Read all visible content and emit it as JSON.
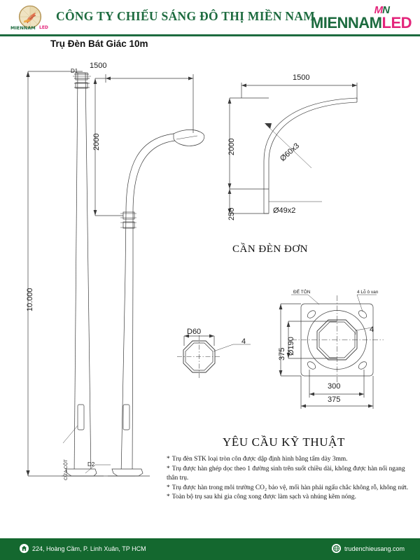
{
  "header": {
    "company_name": "CÔNG TY CHIẾU SÁNG ĐÔ THỊ MIỀN NAM",
    "brand_mn_left": "M",
    "brand_mn_right": "N",
    "brand_green": "MIENNAM",
    "brand_pink": "LED",
    "logo_icon": "company-emblem-icon",
    "accent_green": "#1d6b3f",
    "accent_pink": "#e3257b"
  },
  "doc": {
    "title": "Trụ Đèn Bát Giác 10m"
  },
  "pole_elevation": {
    "height_label": "10.000",
    "top_diameter_label": "D1",
    "base_diameter_label": "D2",
    "door_label": "CỬA CỘT",
    "arm_reach_label": "1500",
    "arm_rise_label": "2000"
  },
  "arm_detail": {
    "caption": "CẦN ĐÈN ĐƠN",
    "reach_label": "1500",
    "rise_label": "2000",
    "stub_label": "250",
    "tube_upper_label": "Ø60x3",
    "tube_lower_label": "Ø49x2"
  },
  "section_detail": {
    "across_flats_label": "D60",
    "thickness_label": "4"
  },
  "baseplate_detail": {
    "plate_label": "ĐẾ TÔN",
    "holes_label": "4 Lỗ ô van",
    "bolt_circle_label": "Ø190",
    "thickness_label": "4",
    "bolt_spacing_label": "300",
    "plate_width_label": "375",
    "plate_height_label": "375"
  },
  "specifications": {
    "title": "YÊU CẦU KỸ THUẬT",
    "items": [
      "Trụ đèn STK loại tròn côn được dập định hình bằng tấm dày 3mm.",
      "Trụ được hàn ghép dọc theo 1 đường sinh trên suốt chiều dài, không được hàn nối ngang thân trụ.",
      "Trụ được hàn trong môi trường CO₂ bảo vệ, mối hàn phải ngấu chắc không rỗ, không nứt.",
      "Toàn bộ trụ sau khi gia công xong được làm sạch và nhúng kẽm nóng."
    ],
    "bullet": "*"
  },
  "footer": {
    "address": "224, Hoàng Cầm, P. Linh Xuân, TP HCM",
    "website": "trudenchieusang.com",
    "home_icon": "home-icon",
    "globe_icon": "globe-icon",
    "background": "#14682f"
  }
}
